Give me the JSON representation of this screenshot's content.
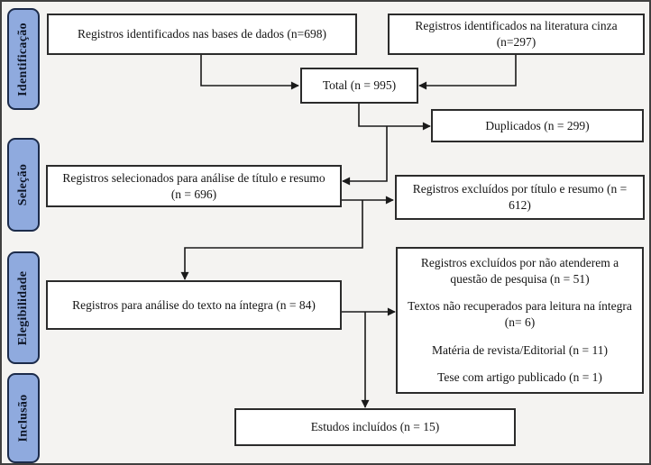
{
  "diagram": {
    "type": "prisma-flowchart",
    "stages": [
      {
        "label": "Identificação"
      },
      {
        "label": "Seleção"
      },
      {
        "label": "Elegibilidade"
      },
      {
        "label": "Inclusão"
      }
    ],
    "boxes": {
      "databases": "Registros identificados nas bases de dados (n=698)",
      "gray_literature": "Registros identificados na literatura cinza (n=297)",
      "total": "Total (n = 995)",
      "duplicates": "Duplicados (n = 299)",
      "title_abstract": "Registros selecionados para análise de título e resumo (n = 696)",
      "excluded_title_abstract": "Registros excluídos por título e resumo (n = 612)",
      "full_text": "Registros para análise do texto na íntegra (n = 84)",
      "exclusion_reasons": [
        "Registros excluídos por não atenderem a questão de pesquisa (n = 51)",
        "Textos não recuperados para leitura na íntegra (n= 6)",
        "Matéria de revista/Editorial (n = 11)",
        "Tese com artigo publicado (n = 1)"
      ],
      "included": "Estudos incluídos (n = 15)"
    },
    "colors": {
      "background": "#f4f3f1",
      "outer_border": "#404040",
      "box_fill": "#ffffff",
      "box_border": "#2b2b2b",
      "stage_fill": "#8faade",
      "stage_border": "#1c2b4a",
      "arrow": "#1a1a1a"
    }
  }
}
